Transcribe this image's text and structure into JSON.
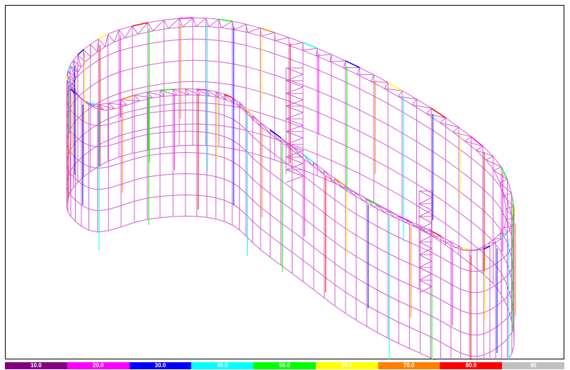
{
  "legend": {
    "segments": [
      {
        "label": "10.0",
        "color": "#800080"
      },
      {
        "label": "20.0",
        "color": "#ff00ff"
      },
      {
        "label": "30.0",
        "color": "#0000ff"
      },
      {
        "label": "40.0",
        "color": "#00ffff"
      },
      {
        "label": "50.0",
        "color": "#00ff00"
      },
      {
        "label": "60.0",
        "color": "#ffff00"
      },
      {
        "label": "70.0",
        "color": "#ff8000"
      },
      {
        "label": "80.0",
        "color": "#ff0000"
      },
      {
        "label": "90",
        "color": "#c0c0c0"
      }
    ]
  },
  "model": {
    "frame_color": "#d060d0",
    "member_colors": [
      "#00ffff",
      "#ff00ff",
      "#0000ff",
      "#00ff00",
      "#ffff00",
      "#ff8000",
      "#ff0000"
    ]
  }
}
